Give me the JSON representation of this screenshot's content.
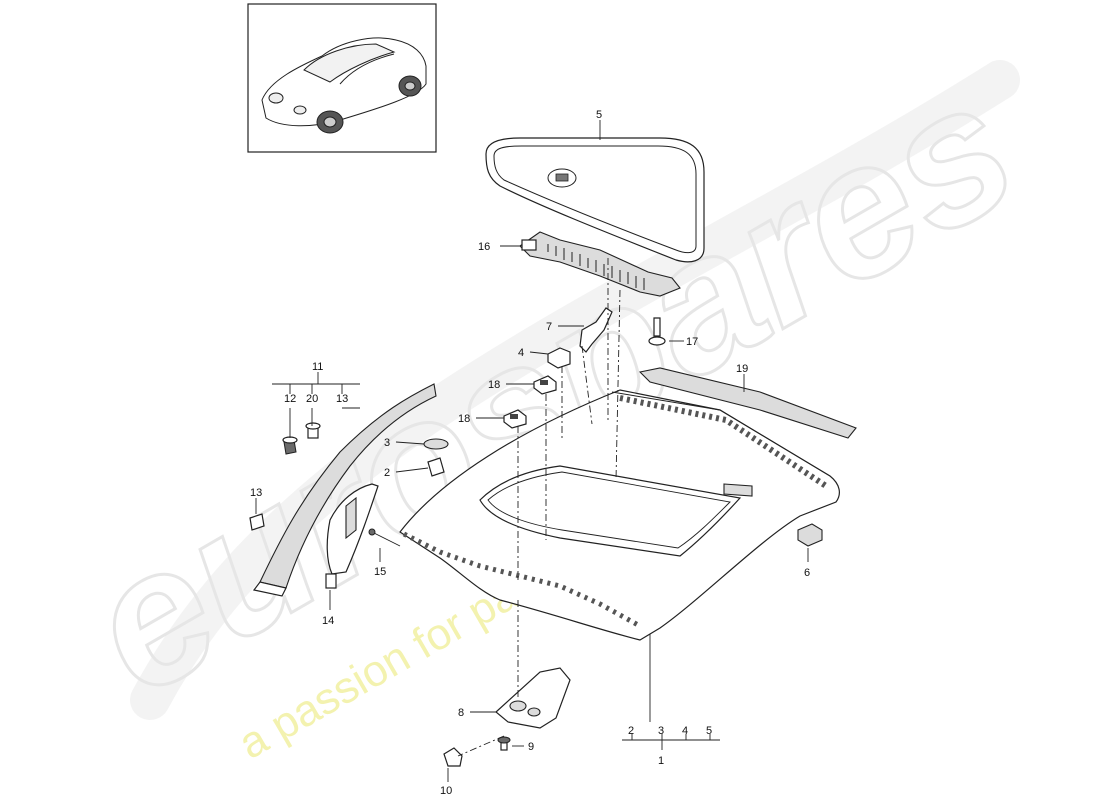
{
  "watermark": {
    "brand": "eurospares",
    "tagline": "a passion for parts since 1985",
    "brand_color": "#e6e6e6",
    "tagline_color": "#f1ef9c"
  },
  "thumbnail": {
    "icon": "porsche-coupe-icon"
  },
  "callouts": {
    "c1": "1",
    "c2": "2",
    "c2b": "2",
    "c3": "3",
    "c3b": "3",
    "c4": "4",
    "c4b": "4",
    "c5": "5",
    "c5b": "5",
    "c6": "6",
    "c7": "7",
    "c8": "8",
    "c9": "9",
    "c10": "10",
    "c11": "11",
    "c12": "12",
    "c13": "13",
    "c13b": "13",
    "c14": "14",
    "c15": "15",
    "c16": "16",
    "c17": "17",
    "c18": "18",
    "c18b": "18",
    "c19": "19",
    "c20": "20"
  }
}
